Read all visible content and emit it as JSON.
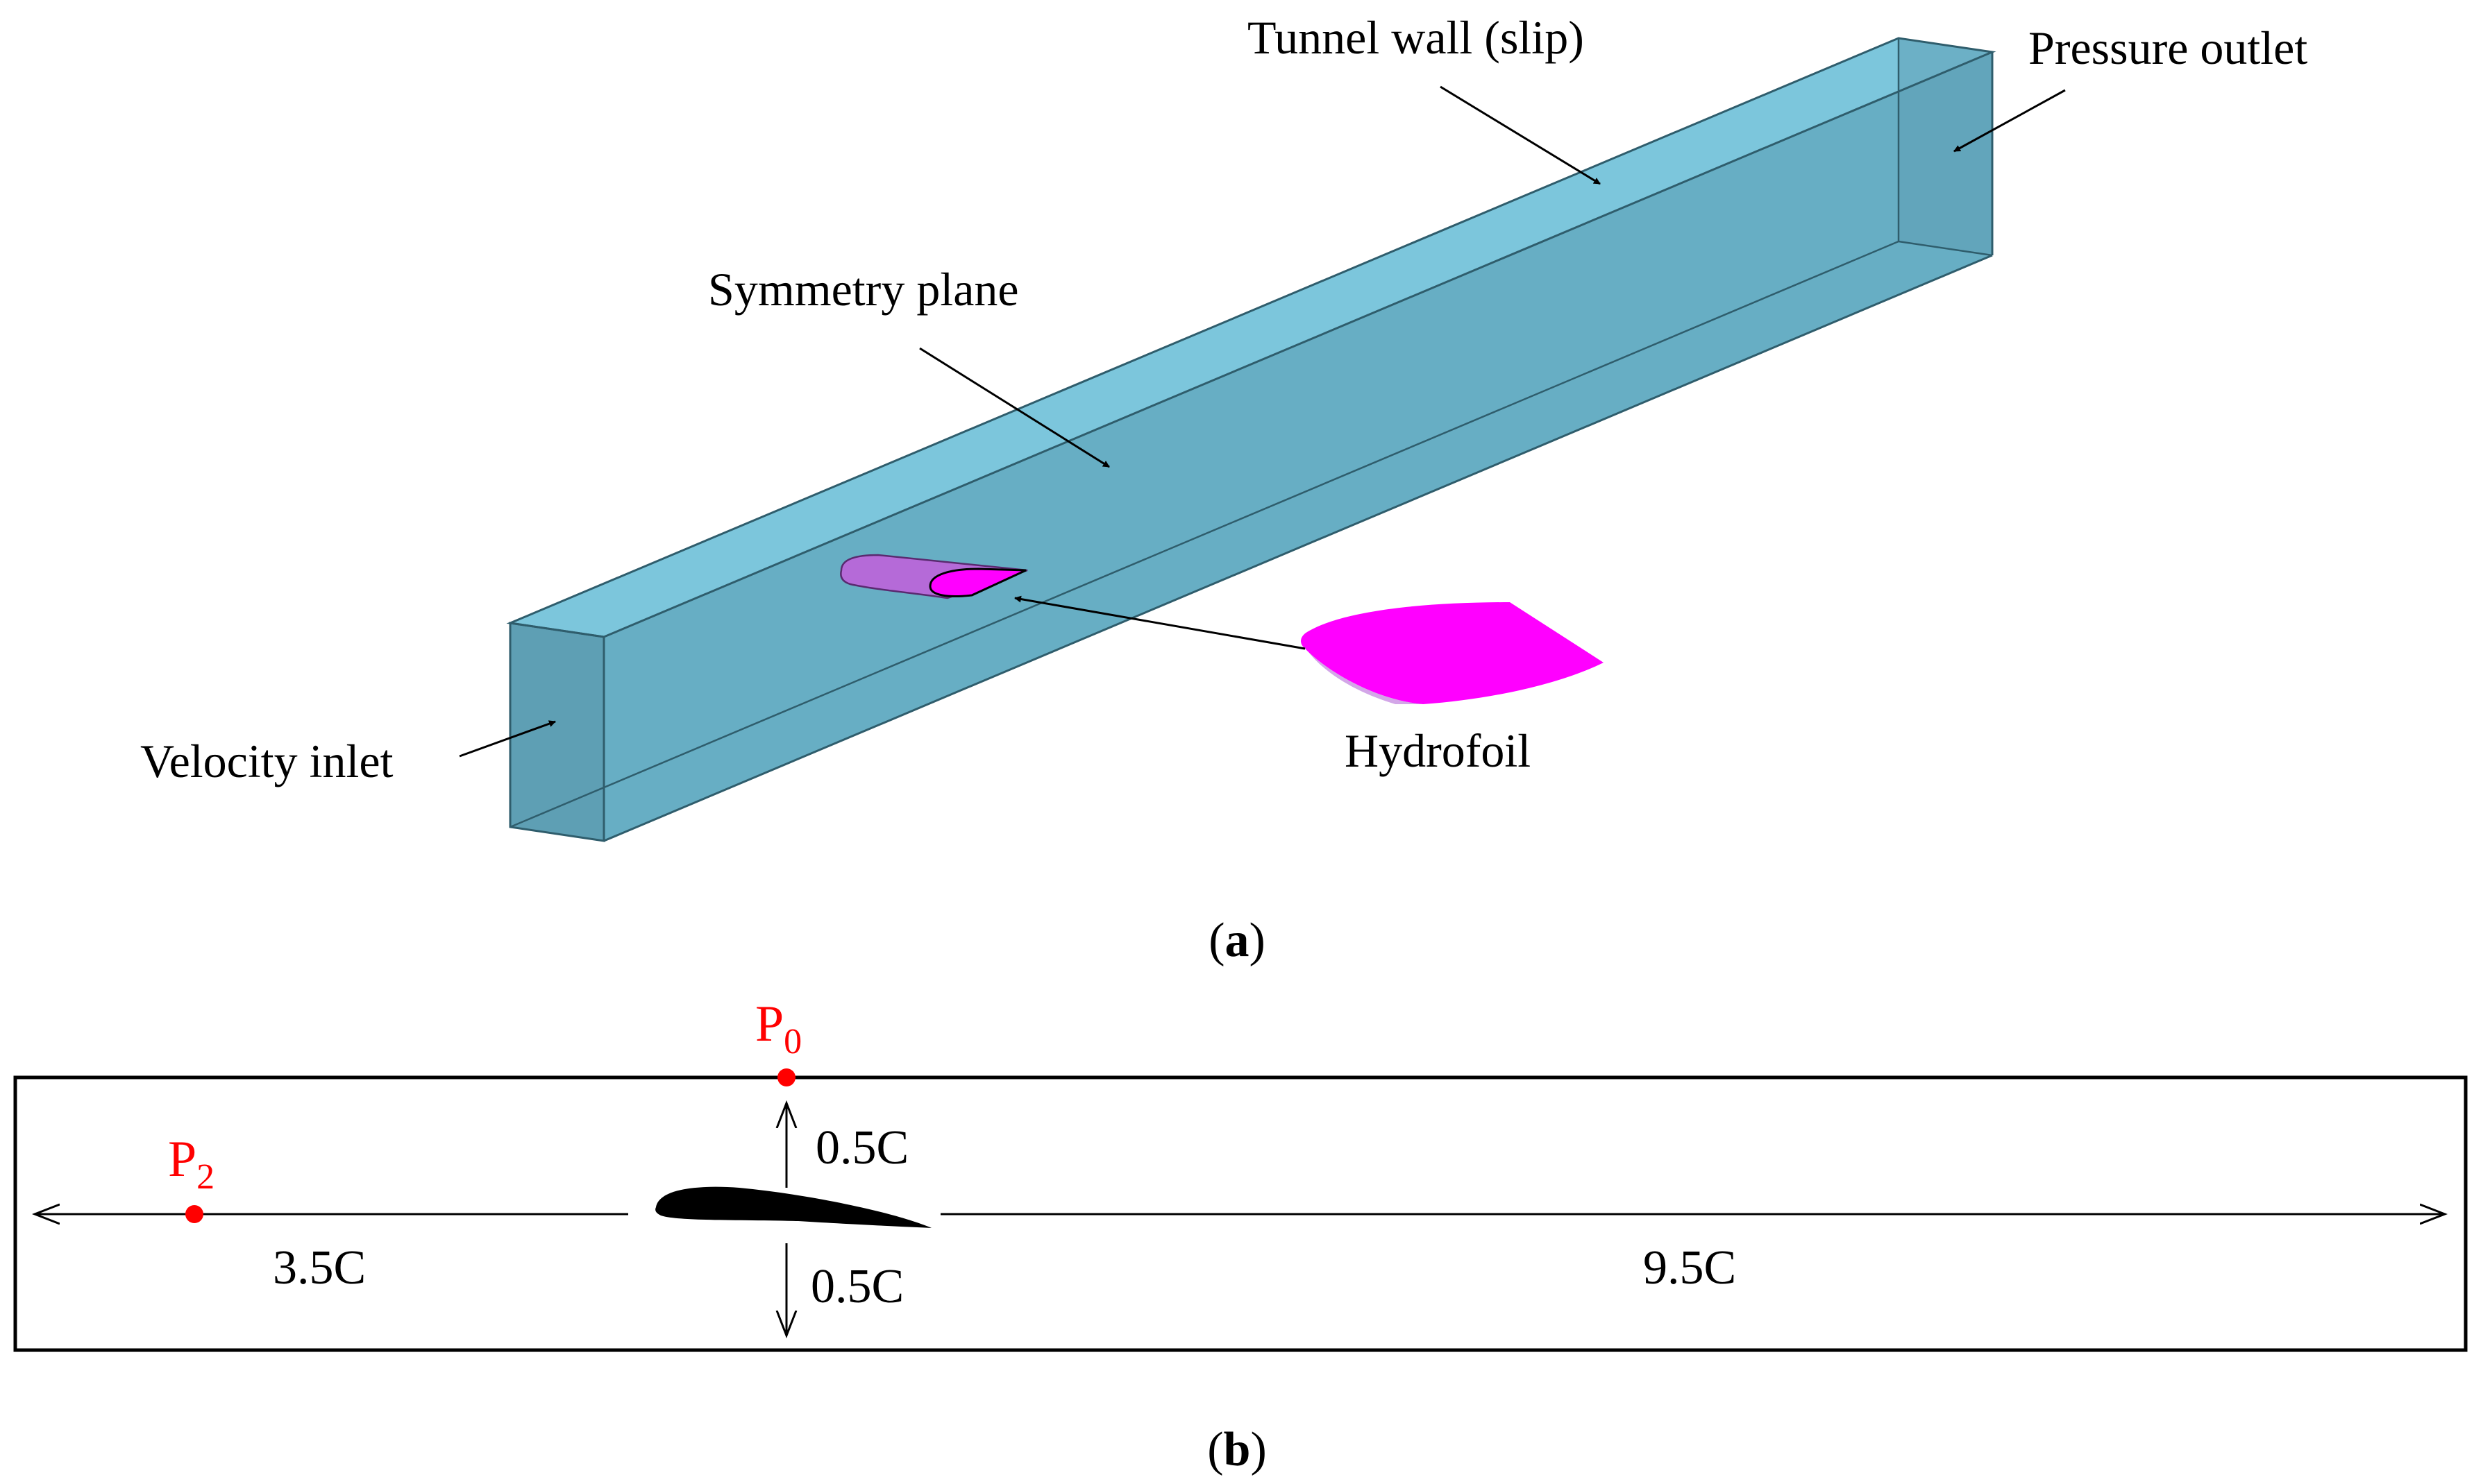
{
  "panel_a": {
    "caption_open": "(",
    "caption_letter": "a",
    "caption_close": ")",
    "labels": {
      "tunnel_wall": "Tunnel wall (slip)",
      "pressure_outlet": "Pressure outlet",
      "symmetry_plane": "Symmetry plane",
      "velocity_inlet": "Velocity inlet",
      "hydrofoil": "Hydrofoil"
    },
    "colors": {
      "tunnel_face": "#67aec4",
      "tunnel_top": "#7cc6dc",
      "tunnel_end": "#5e9fb4",
      "tunnel_edge": "#2f5d6c",
      "hydrofoil": "#ff00ff",
      "hydrofoil_side": "#b56ad8"
    }
  },
  "panel_b": {
    "caption_open": "(",
    "caption_letter": "b",
    "caption_close": ")",
    "points": [
      {
        "name": "P",
        "sub": "0"
      },
      {
        "name": "P",
        "sub": "2"
      }
    ],
    "dimensions": {
      "upstream": "3.5C",
      "downstream": "9.5C",
      "above": "0.5C",
      "below": "0.5C"
    },
    "colors": {
      "point": "#ff0000",
      "foil": "#000000"
    }
  }
}
